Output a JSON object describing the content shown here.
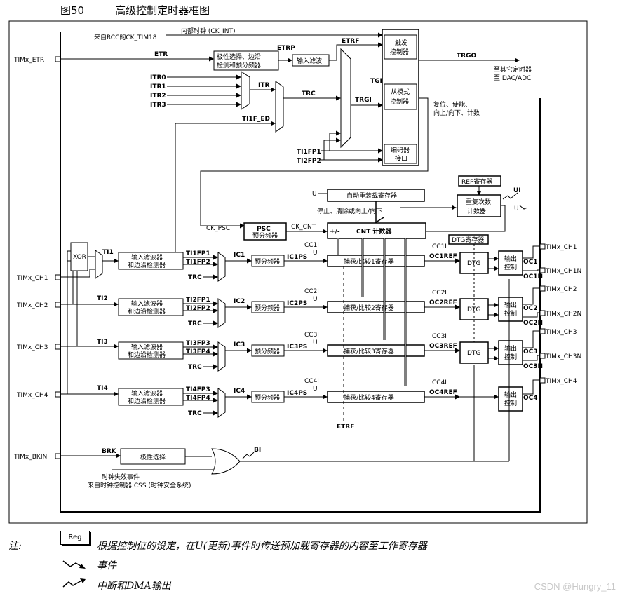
{
  "figure": {
    "number": "图50",
    "caption": "高级控制定时器框图"
  },
  "diagram": {
    "inputs": {
      "etr": "TIMx_ETR",
      "ch1": "TIMx_CH1",
      "ch2": "TIMx_CH2",
      "ch3": "TIMx_CH3",
      "ch4": "TIMx_CH4",
      "bkin": "TIMx_BKIN"
    },
    "outputs": {
      "ch1": "TIMx_CH1",
      "ch1n": "TIMx_CH1N",
      "ch2": "TIMx_CH2",
      "ch2n": "TIMx_CH2N",
      "ch3": "TIMx_CH3",
      "ch3n": "TIMx_CH3N",
      "ch4": "TIMx_CH4"
    },
    "clock_source": "来自RCC的CK_TIM18",
    "internal_clock": "内部时钟 (CK_INT)",
    "etr_label": "ETR",
    "etrp_label": "ETRP",
    "etrf_label": "ETRF",
    "polarity_edge": [
      "极性选择、边沿",
      "检测和预分频器"
    ],
    "input_filter": "输入滤波",
    "itr": [
      "ITR0",
      "ITR1",
      "ITR2",
      "ITR3"
    ],
    "itr_label": "ITR",
    "trc_label": "TRC",
    "ti1f_ed": "TI1F_ED",
    "tgi": "TGI",
    "trgi": "TRGI",
    "trigger_controller": [
      "触发",
      "控制器"
    ],
    "slave_controller": [
      "从模式",
      "控制器"
    ],
    "encoder_interface": [
      "编码器",
      "接口"
    ],
    "ti1fp1": "TI1FP1",
    "ti2fp2": "TI2FP2",
    "trgo": "TRGO",
    "to_timers": [
      "至其它定时器",
      "至 DAC/ADC"
    ],
    "slave_actions": [
      "复位、使能、",
      "向上/向下、计数"
    ],
    "auto_reload": "自动重装载寄存器",
    "rep_register": "REP寄存器",
    "repetition_counter": [
      "重复次数",
      "计数器"
    ],
    "stop_clear": "停止、清除或向上/向下",
    "ck_psc": "CK_PSC",
    "psc": "PSC",
    "psc_sub": "预分频器",
    "ck_cnt": "CK_CNT",
    "cnt": "CNT 计数器",
    "updown": "+/-",
    "ui": "UI",
    "u": "U",
    "dtg_register": "DTG寄存器",
    "dtg": "DTG",
    "xor": "XOR",
    "ti": [
      "TI1",
      "TI2",
      "TI3",
      "TI4"
    ],
    "input_filter_edge": [
      "输入滤波器",
      "和边沿检测器"
    ],
    "tifp": [
      [
        "TI1FP1",
        "TI1FP2"
      ],
      [
        "TI2FP1",
        "TI2FP2"
      ],
      [
        "TI3FP3",
        "TI3FP4"
      ],
      [
        "TI4FP3",
        "TI4FP4"
      ]
    ],
    "trc": "TRC",
    "ic": [
      "IC1",
      "IC2",
      "IC3",
      "IC4"
    ],
    "prescaler": "预分频器",
    "icps": [
      "IC1PS",
      "IC2PS",
      "IC3PS",
      "IC4PS"
    ],
    "ccxi": [
      "CC1I",
      "CC2I",
      "CC3I",
      "CC4I"
    ],
    "capture_compare": [
      "捕获/比较1寄存器",
      "捕获/比较2寄存器",
      "捕获/比较3寄存器",
      "捕获/比较4寄存器"
    ],
    "ocref": [
      "OC1REF",
      "OC2REF",
      "OC3REF",
      "OC4REF"
    ],
    "output_control": [
      "输出",
      "控制"
    ],
    "oc": [
      "OC1",
      "OC2",
      "OC3",
      "OC4"
    ],
    "ocn": [
      "OC1N",
      "OC2N",
      "OC3N"
    ],
    "brk": "BRK",
    "polarity_select": "极性选择",
    "bi": "BI",
    "clock_fail": [
      "时钟失效事件",
      "来自时钟控制器 CSS (时钟安全系统)"
    ]
  },
  "notes": {
    "label": "注:",
    "reg_badge": "Reg",
    "reg_text": "根据控制位的设定，在U(更新)事件时传送预加载寄存器的内容至工作寄存器",
    "event_text": "事件",
    "irq_text": "中断和DMA输出"
  },
  "watermark": "CSDN @Hungry_11"
}
